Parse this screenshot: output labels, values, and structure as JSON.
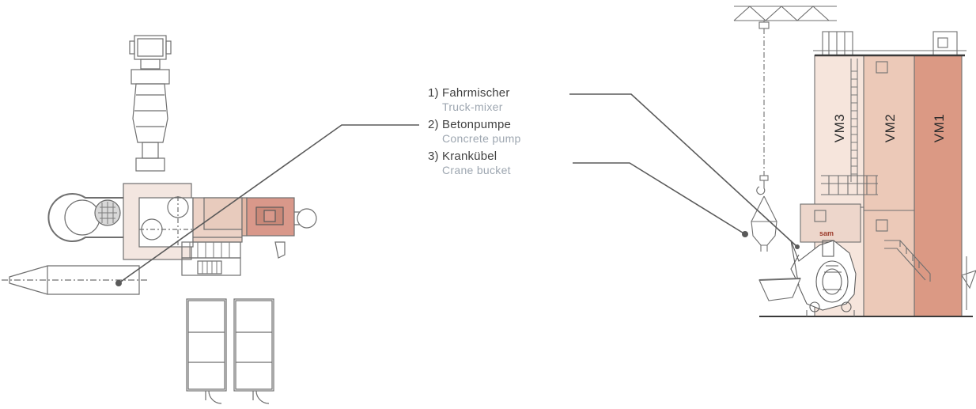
{
  "legend": {
    "items": [
      {
        "num": "1)",
        "label": "Fahrmischer",
        "sub": "Truck-mixer"
      },
      {
        "num": "2)",
        "label": "Betonpumpe",
        "sub": "Concrete pump"
      },
      {
        "num": "3)",
        "label": "Krankübel",
        "sub": "Crane bucket"
      }
    ]
  },
  "tower": {
    "sections": [
      "VM3",
      "VM2",
      "VM1"
    ],
    "brand_mark": "sam"
  },
  "colors": {
    "line": "#5a5a5a",
    "outline": "#6f6f6f",
    "pale": "#f3e6e0",
    "light": "#ecd2c6",
    "mid": "#e3b7a5",
    "dark": "#d9988a",
    "vm1": "#db9984",
    "vm2": "#ecc9b8",
    "vm3": "#f6e5dc",
    "muted_text": "#9da6b0"
  }
}
